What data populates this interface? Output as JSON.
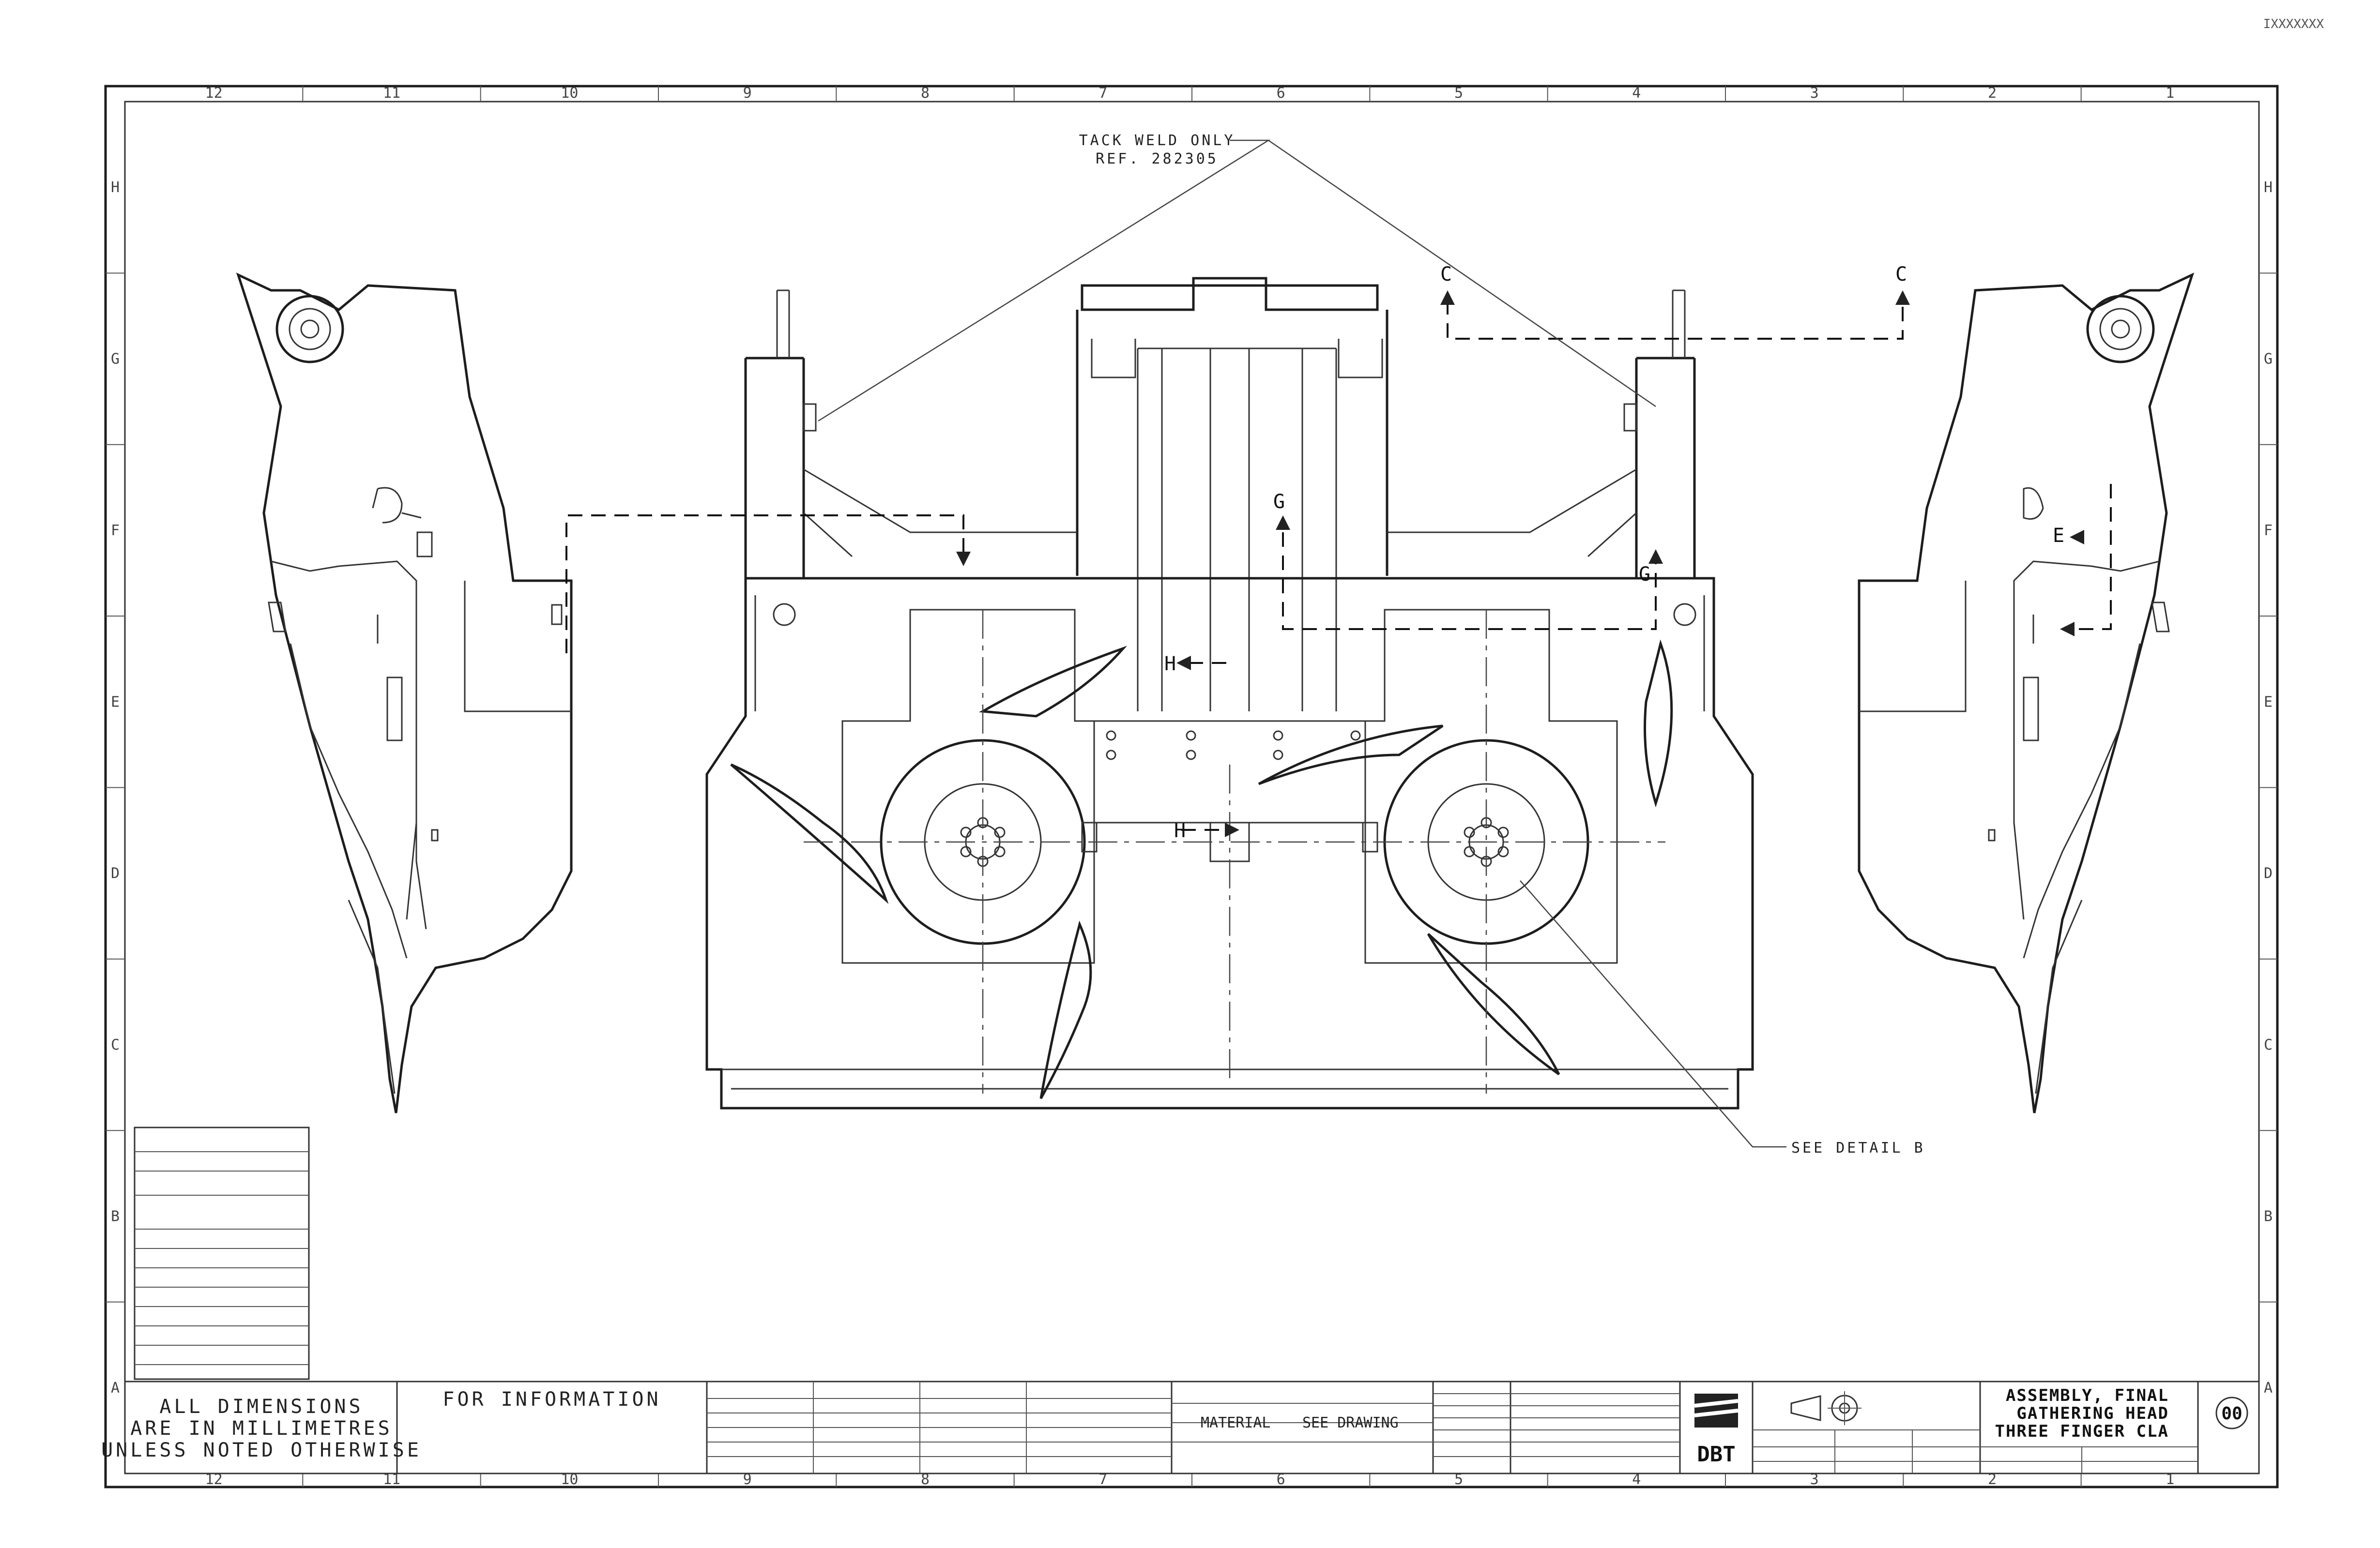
{
  "corner_stamp": "IXXXXXXX",
  "border": {
    "zones_columns": [
      "12",
      "11",
      "10",
      "9",
      "8",
      "7",
      "6",
      "5",
      "4",
      "3",
      "2",
      "1"
    ],
    "zones_rows": [
      "H",
      "G",
      "F",
      "E",
      "D",
      "C",
      "B",
      "A"
    ]
  },
  "notes": {
    "tack_weld_line1": "TACK WELD ONLY",
    "tack_weld_line2": "REF. 282305",
    "see_detail": "SEE DETAIL  B"
  },
  "view_labels": {
    "c_left": "C",
    "c_right": "C",
    "g_center": "G",
    "g_right": "G",
    "h_upper": "H",
    "h_lower": "H",
    "e_right": "E"
  },
  "title_block": {
    "dimensions_line1": "ALL DIMENSIONS",
    "dimensions_line2": "ARE IN MILLIMETRES",
    "dimensions_line3": "UNLESS NOTED OTHERWISE",
    "info_header": "FOR INFORMATION",
    "material_label": "MATERIAL",
    "material_value": "SEE DRAWING",
    "logo": "DBT",
    "title_line1": "ASSEMBLY, FINAL",
    "title_line2": "GATHERING HEAD",
    "title_line3": "THREE FINGER CLA",
    "revision": "00"
  }
}
